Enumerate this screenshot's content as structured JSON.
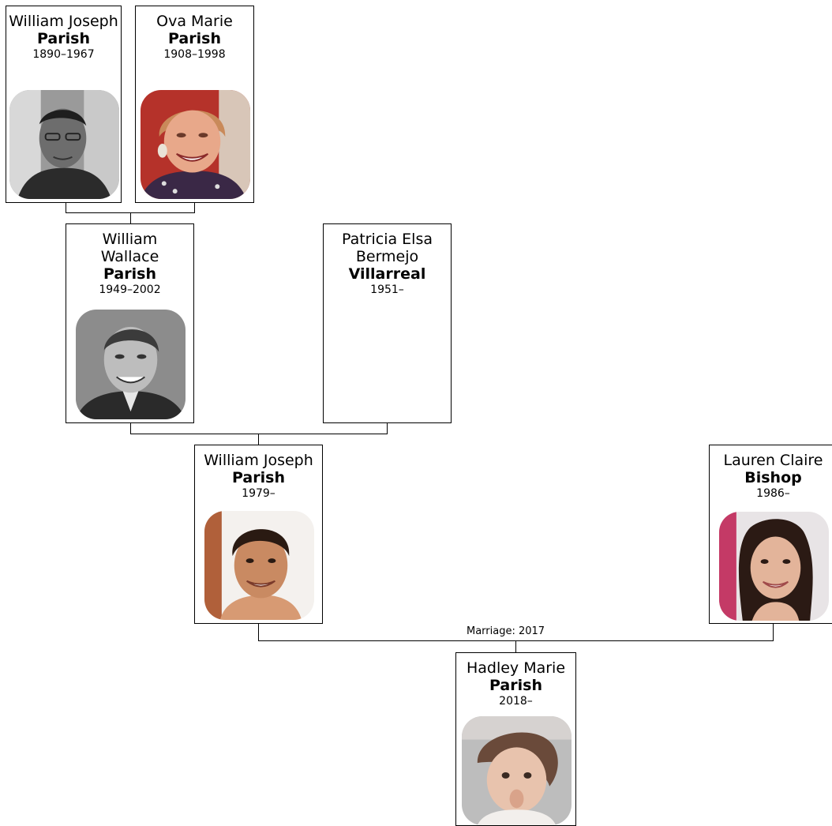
{
  "people": {
    "p1": {
      "given": "William Joseph",
      "surname": "Parish",
      "dates": "1890–1967"
    },
    "p2": {
      "given": "Ova Marie",
      "surname": "Parish",
      "dates": "1908–1998"
    },
    "p3": {
      "given": "William Wallace",
      "surname": "Parish",
      "dates": "1949–2002"
    },
    "p4": {
      "given": "Patricia Elsa Bermejo",
      "surname": "Villarreal",
      "dates": "1951–"
    },
    "p5": {
      "given": "William Joseph",
      "surname": "Parish",
      "dates": "1979–"
    },
    "p6": {
      "given": "Lauren Claire",
      "surname": "Bishop",
      "dates": "1986–"
    },
    "p7": {
      "given": "Hadley Marie",
      "surname": "Parish",
      "dates": "2018–"
    }
  },
  "marriage": {
    "label": "Marriage: 2017"
  }
}
